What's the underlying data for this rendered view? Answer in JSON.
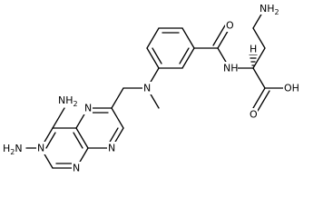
{
  "labels": {
    "nh2_top": "NH",
    "nh2_top_sub": "2",
    "nh2_left": "NH",
    "nh2_left_sub": "2",
    "h2n": "H",
    "h2n_sub": "2",
    "h2n_n": "N",
    "ring_n_upper": "N",
    "ring_n_mid": "N",
    "ring_n_lower_left": "N",
    "ring_n_lower_right": "N",
    "amine_n": "N",
    "carbonyl_o": "O",
    "amide_nh": "NH",
    "acid_oh": "OH",
    "acid_o": "O",
    "stereo_h": "H"
  }
}
